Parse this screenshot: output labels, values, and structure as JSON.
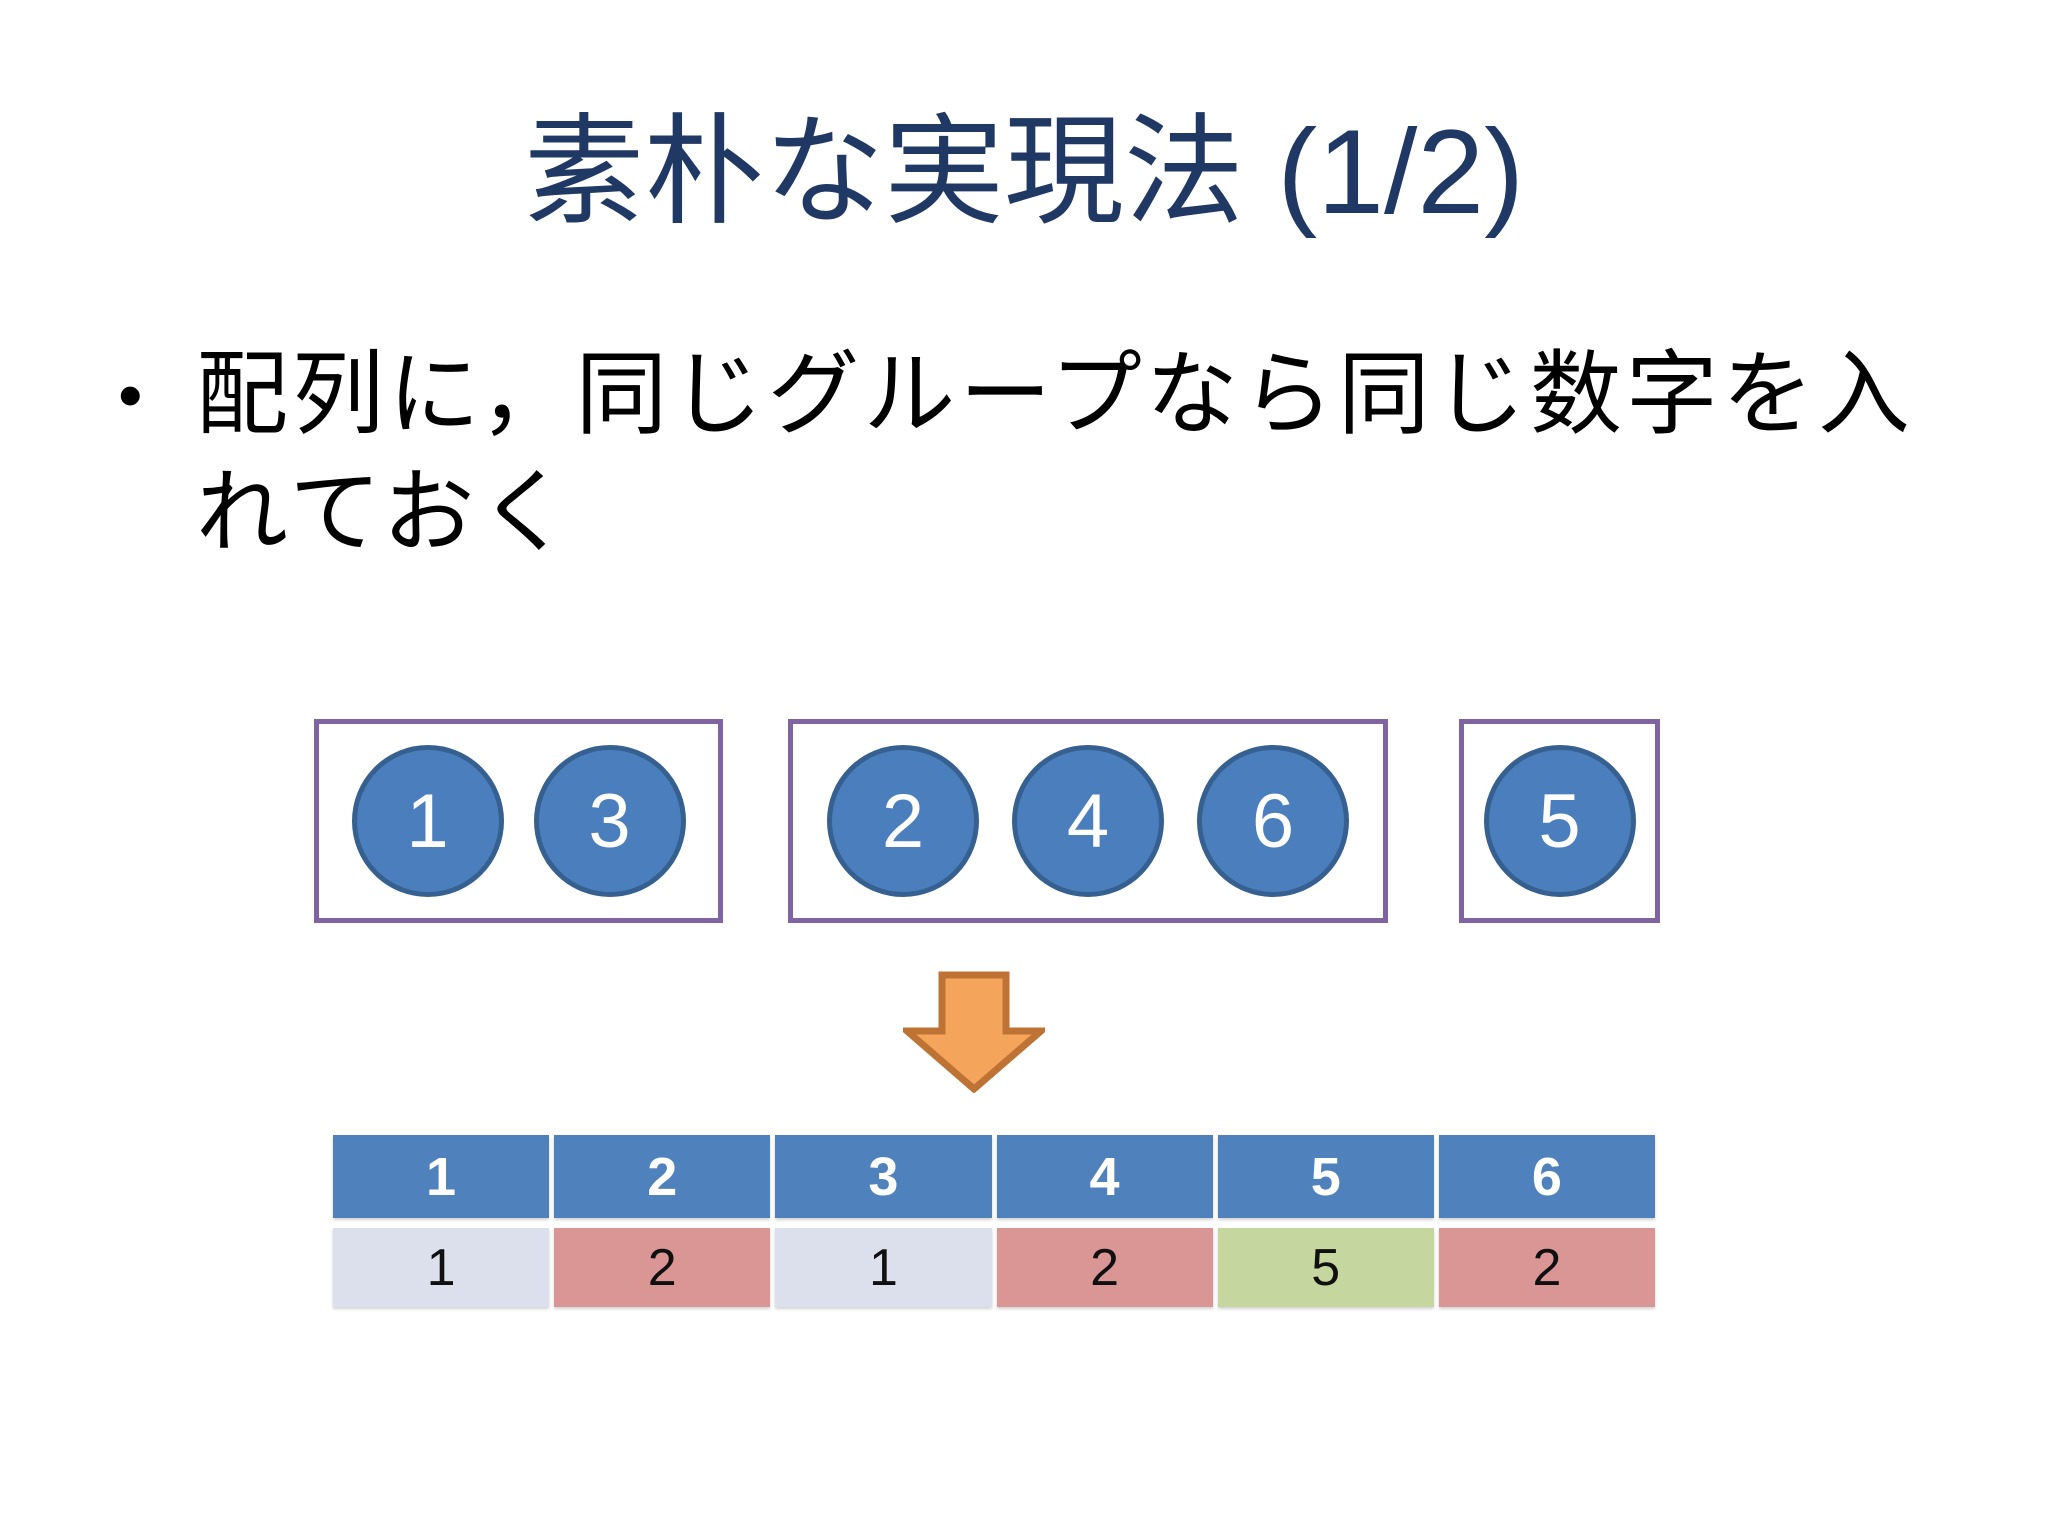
{
  "slide": {
    "title": "素朴な実現法 (1/2)",
    "bullet": {
      "marker": "•",
      "text": "配列に，同じグループなら同じ数字を入れておく",
      "lines": [
        "配列に，同じグループなら同じ数字を入",
        "れておく"
      ]
    },
    "groups": [
      {
        "name": "group-1",
        "members": [
          "1",
          "3"
        ]
      },
      {
        "name": "group-2",
        "members": [
          "2",
          "4",
          "6"
        ]
      },
      {
        "name": "group-3",
        "members": [
          "5"
        ]
      }
    ],
    "icons": {
      "arrow": "down-arrow-icon"
    },
    "array_table": {
      "header": [
        "1",
        "2",
        "3",
        "4",
        "5",
        "6"
      ],
      "values": [
        "1",
        "2",
        "1",
        "2",
        "5",
        "2"
      ],
      "cell_colors": [
        "lavender",
        "pink",
        "lavender",
        "pink",
        "green",
        "pink"
      ]
    },
    "colors": {
      "title_text": "#203864",
      "body_text": "#000000",
      "table_header_blue": "#4F81BD",
      "circle_fill": "#4A7EBC",
      "circle_border": "#36608F",
      "group_box_border": "#8064A2",
      "cell_lavender": "#DCDFEC",
      "cell_pink": "#DA9694",
      "cell_green": "#C5D79E",
      "arrow_fill": "#F5A45C",
      "arrow_border": "#BE7334"
    }
  }
}
